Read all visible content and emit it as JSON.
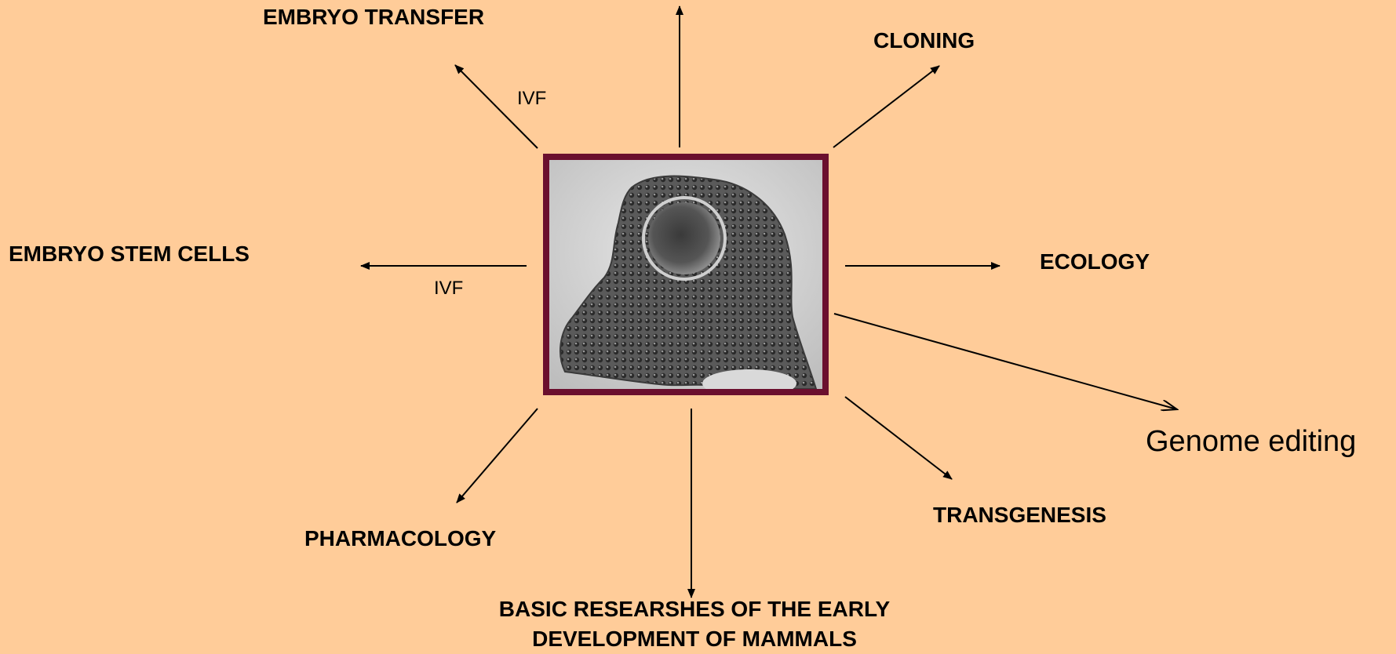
{
  "diagram": {
    "background_color": "#FFCC99",
    "frame_color": "#6B0F2E",
    "center_image": "oocyte-micrograph",
    "labels": {
      "embryo_transfer": "EMBRYO TRANSFER",
      "cloning": "CLONING",
      "embryo_stem_cells": "EMBRYO STEM CELLS",
      "ecology": "ECOLOGY",
      "genome_editing": "Genome editing",
      "transgenesis": "TRANSGENESIS",
      "pharmacology": "PHARMACOLOGY",
      "basic_research_line1": "BASIC RESEARSHES OF THE EARLY",
      "basic_research_line2": "DEVELOPMENT OF MAMMALS",
      "ivf_top": "IVF",
      "ivf_left": "IVF"
    }
  }
}
